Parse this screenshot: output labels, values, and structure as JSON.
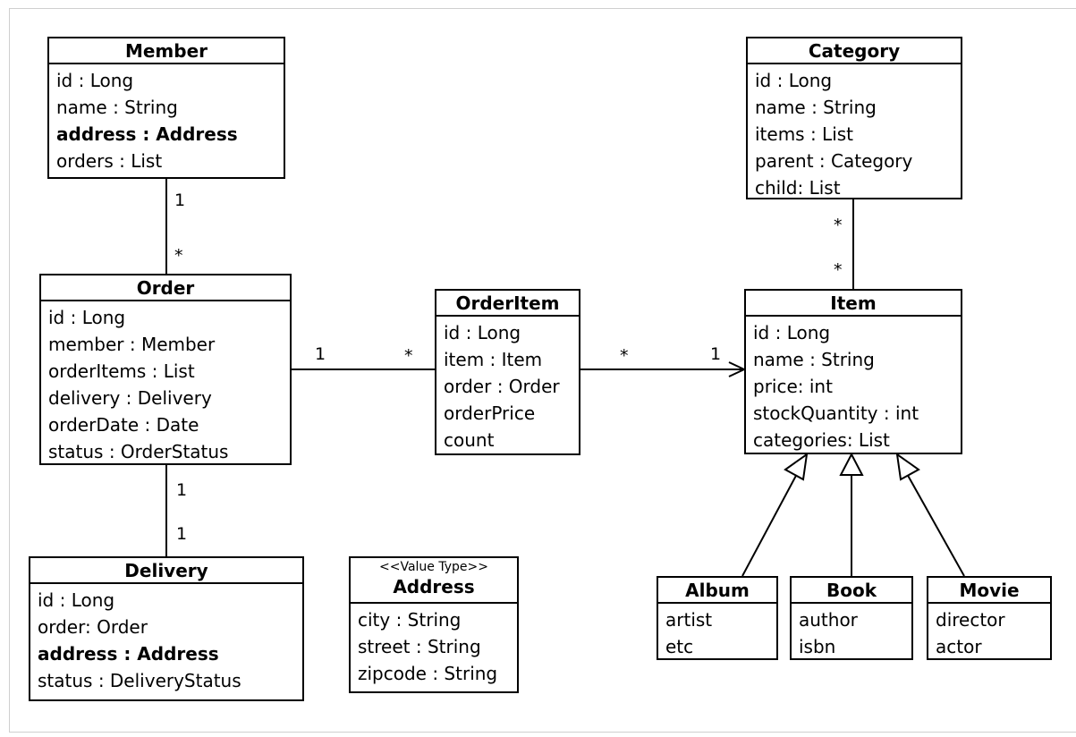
{
  "classes": {
    "member": {
      "name": "Member",
      "attrs": [
        "id : Long",
        "name : String",
        "address : Address",
        "orders : List"
      ]
    },
    "order": {
      "name": "Order",
      "attrs": [
        "id : Long",
        "member : Member",
        "orderItems : List",
        "delivery : Delivery",
        "orderDate : Date",
        "status : OrderStatus"
      ]
    },
    "delivery": {
      "name": "Delivery",
      "attrs": [
        "id : Long",
        "order: Order",
        "address : Address",
        "status : DeliveryStatus"
      ]
    },
    "address": {
      "stereotype": "<<Value Type>>",
      "name": "Address",
      "attrs": [
        "city : String",
        "street : String",
        "zipcode : String"
      ]
    },
    "orderitem": {
      "name": "OrderItem",
      "attrs": [
        "id : Long",
        "item : Item",
        "order : Order",
        "orderPrice",
        "count"
      ]
    },
    "category": {
      "name": "Category",
      "attrs": [
        "id : Long",
        "name : String",
        "items : List",
        "parent : Category",
        "child: List"
      ]
    },
    "item": {
      "name": "Item",
      "attrs": [
        "id : Long",
        "name : String",
        "price: int",
        "stockQuantity : int",
        "categories: List"
      ]
    },
    "album": {
      "name": "Album",
      "attrs": [
        "artist",
        "etc"
      ]
    },
    "book": {
      "name": "Book",
      "attrs": [
        "author",
        "isbn"
      ]
    },
    "movie": {
      "name": "Movie",
      "attrs": [
        "director",
        "actor"
      ]
    }
  },
  "multiplicities": {
    "member_order_member_side": "1",
    "member_order_order_side": "*",
    "order_delivery_order_side": "1",
    "order_delivery_delivery_side": "1",
    "order_orderitem_order_side": "1",
    "order_orderitem_orderitem_side": "*",
    "orderitem_item_orderitem_side": "*",
    "orderitem_item_item_side": "1",
    "category_item_category_side": "*",
    "category_item_item_side": "*"
  }
}
